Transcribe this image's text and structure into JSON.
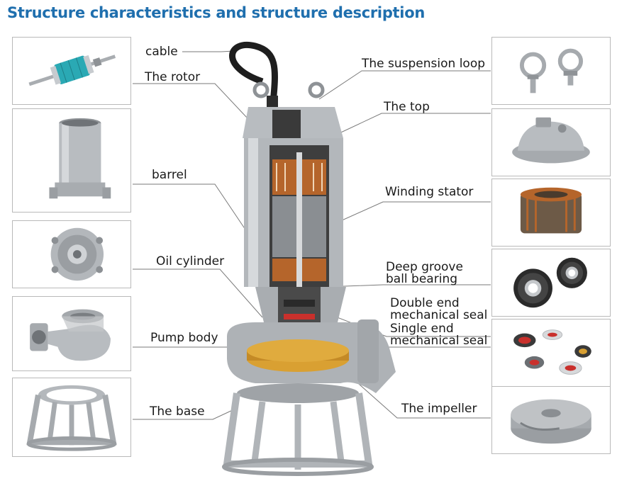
{
  "title": "Structure characteristics and structure description",
  "labels": {
    "cable": "cable",
    "rotor": "The rotor",
    "barrel": "barrel",
    "oil_cylinder": "Oil cylinder",
    "pump_body": "Pump body",
    "base": "The base",
    "suspension_loop": "The suspension loop",
    "top": "The top",
    "winding_stator": "Winding stator",
    "bearing_line1": "Deep groove",
    "bearing_line2": "ball bearing",
    "double_seal_line1": "Double end",
    "double_seal_line2": "mechanical seal",
    "single_seal_line1": "Single end",
    "single_seal_line2": "mechanical seal",
    "impeller": "The impeller"
  },
  "icons": {
    "rotor": "rotor-part-icon",
    "barrel": "barrel-part-icon",
    "oil_cylinder": "oil-cylinder-part-icon",
    "pump_body": "pump-body-part-icon",
    "base": "base-part-icon",
    "suspension_loop": "suspension-loop-part-icon",
    "top": "top-cover-part-icon",
    "winding_stator": "winding-stator-part-icon",
    "bearing": "ball-bearing-part-icon",
    "seal": "mechanical-seal-part-icon",
    "impeller": "impeller-part-icon"
  },
  "colors": {
    "title": "#1f6fae",
    "box_border": "#b9b9b9",
    "leader": "#7a7a7a",
    "metal": "#b8bcc0",
    "copper": "#b5652b",
    "impeller_gold": "#d9a032",
    "rotor_teal": "#2aa9b4"
  }
}
